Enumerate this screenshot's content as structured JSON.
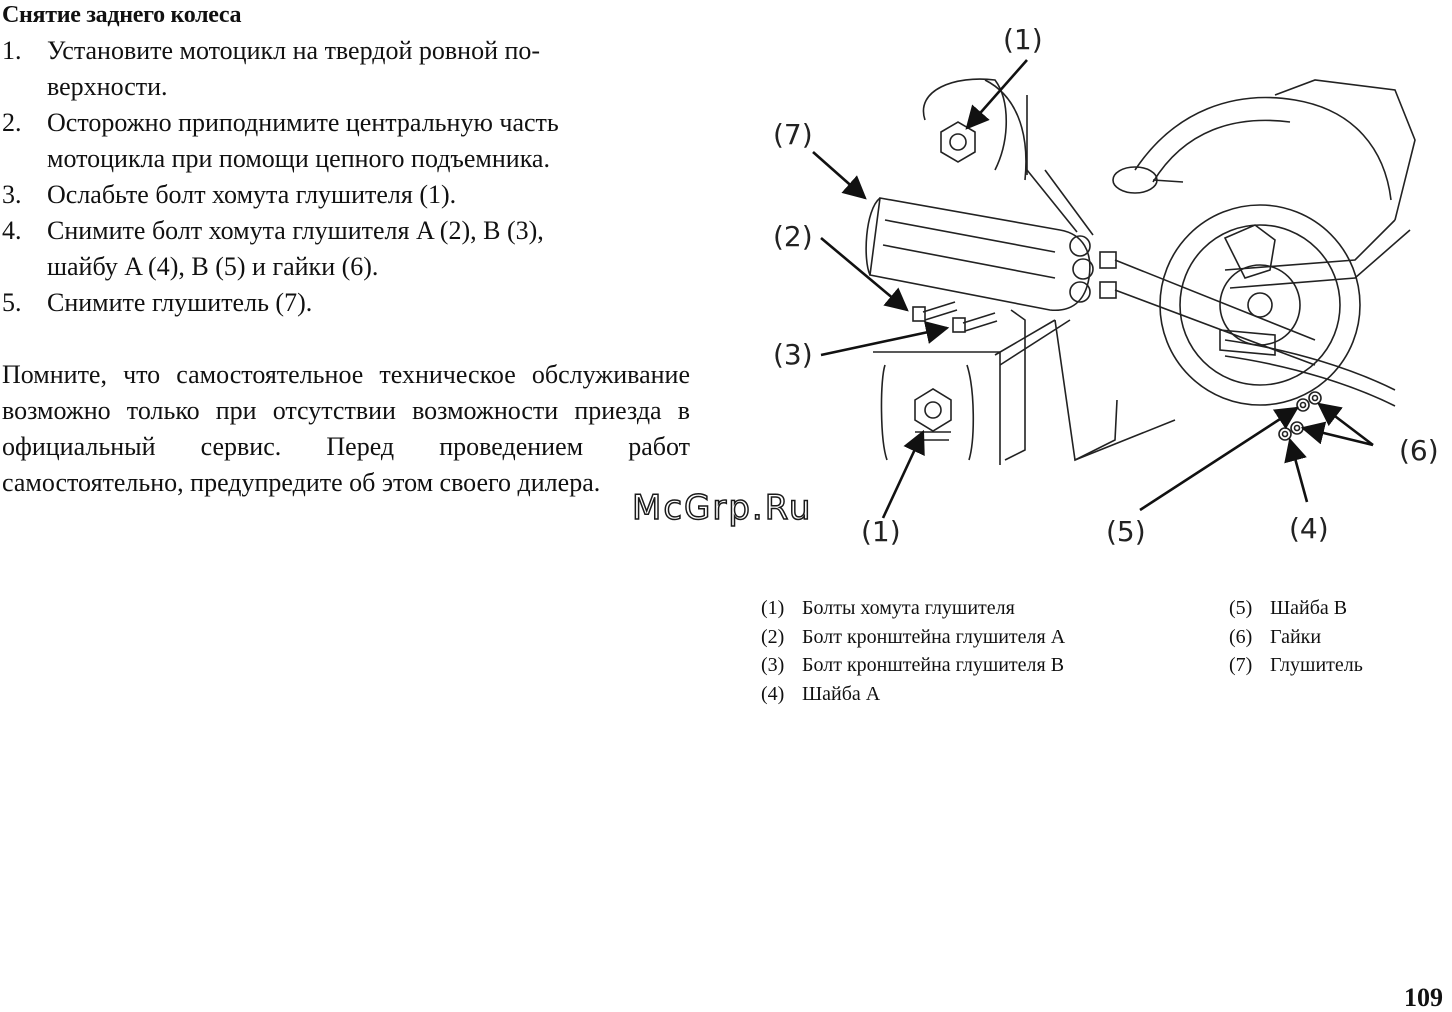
{
  "heading": "Снятие заднего колеса",
  "steps": [
    {
      "num": "1.",
      "text": "Установите мотоцикл на твердой ровной по-",
      "cont": "верхности."
    },
    {
      "num": "2.",
      "text": "Осторожно приподнимите центральную часть",
      "cont": "мотоцикла при помощи цепного подъемника."
    },
    {
      "num": "3.",
      "text": "Ослабьте болт хомута глушителя (1).",
      "cont": ""
    },
    {
      "num": "4.",
      "text": "Снимите болт хомута глушителя A (2),  B (3),",
      "cont": "шайбу A (4), B (5) и гайки (6)."
    },
    {
      "num": "5.",
      "text": "Снимите глушитель (7).",
      "cont": ""
    }
  ],
  "note": "Помните, что самостоятельное техническое обслуживание возможно только при отсутствии возможности приезда в официальный сервис. Перед проведением работ самостоятельно, предупредите об этом своего дилера.",
  "watermark": "McGrp.Ru",
  "figure": {
    "callouts": {
      "c1_top": "(1)",
      "c7": "(7)",
      "c2": "(2)",
      "c3": "(3)",
      "c6": "(6)",
      "c1_bottom": "(1)",
      "c5": "(5)",
      "c4": "(4)"
    }
  },
  "legend": [
    {
      "n1": "(1)",
      "t1": "Болты хомута глушителя",
      "n2": "(5)",
      "t2": "Шайба B"
    },
    {
      "n1": "(2)",
      "t1": "Болт кронштейна глушителя A",
      "n2": "(6)",
      "t2": "Гайки"
    },
    {
      "n1": "(3)",
      "t1": "Болт кронштейна глушителя B",
      "n2": "(7)",
      "t2": "Глушитель"
    },
    {
      "n1": "(4)",
      "t1": "Шайба A",
      "n2": "",
      "t2": ""
    }
  ],
  "page_number": "109"
}
